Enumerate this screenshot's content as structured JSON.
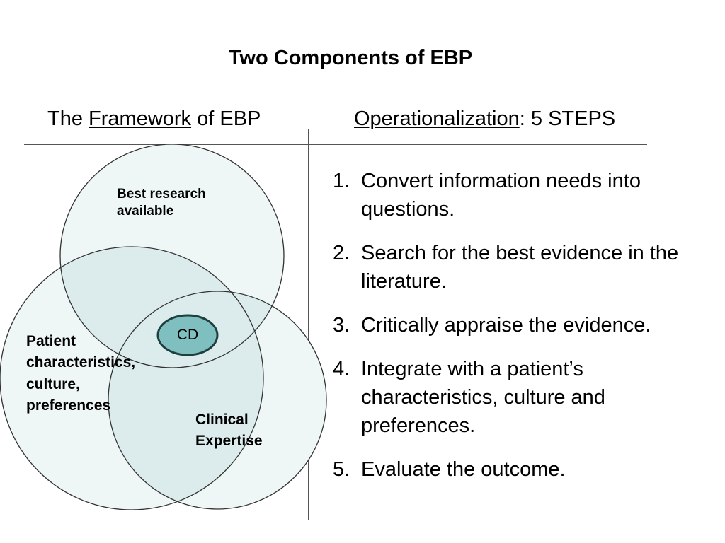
{
  "title": "Two Components of EBP",
  "left_header": {
    "prefix": "The ",
    "underlined": "Framework",
    "suffix": " of EBP"
  },
  "right_header": {
    "underlined": "Operationalization",
    "suffix": ": 5 STEPS"
  },
  "venn": {
    "circles": [
      {
        "name": "research",
        "label_lines": [
          "Best research",
          "available"
        ]
      },
      {
        "name": "patient",
        "label_lines": [
          "Patient",
          "characteristics,",
          "culture,",
          "preferences"
        ]
      },
      {
        "name": "clinical",
        "label_lines": [
          "Clinical",
          "Expertise"
        ]
      }
    ],
    "center_label": "CD",
    "colors": {
      "circle_fill": "#eef6f6",
      "overlap_fill": "#dcecec",
      "center_fill": "#7fbfbf",
      "center_stroke": "#1f3f3f",
      "outline": "#333333"
    }
  },
  "steps": [
    {
      "num": "1.",
      "text": "Convert information needs into questions."
    },
    {
      "num": "2.",
      "text": "Search for the best evidence in the literature."
    },
    {
      "num": "3.",
      "text": "Critically appraise the evidence."
    },
    {
      "num": "4.",
      "text": "Integrate with a patient’s characteristics, culture and preferences."
    },
    {
      "num": "5.",
      "text": "Evaluate the outcome."
    }
  ]
}
